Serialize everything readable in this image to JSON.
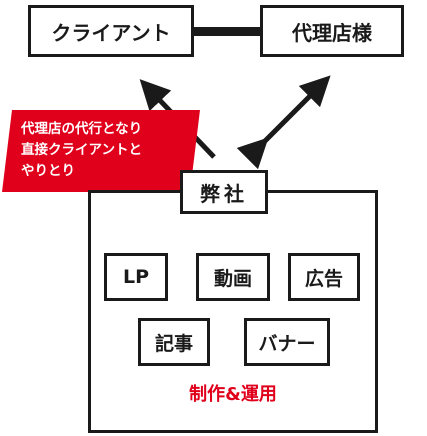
{
  "nodes": {
    "client": "クライアント",
    "agency": "代理店様",
    "company": "弊社"
  },
  "services": {
    "lp": "LP",
    "video": "動画",
    "ad": "広告",
    "article": "記事",
    "banner": "バナー"
  },
  "caption": "制作&運用",
  "callout": {
    "lines": [
      "代理店の代行となり",
      "直接クライアントと",
      "やりとり"
    ]
  },
  "colors": {
    "accent": "#e0001b",
    "stroke": "#1a1a1a"
  }
}
